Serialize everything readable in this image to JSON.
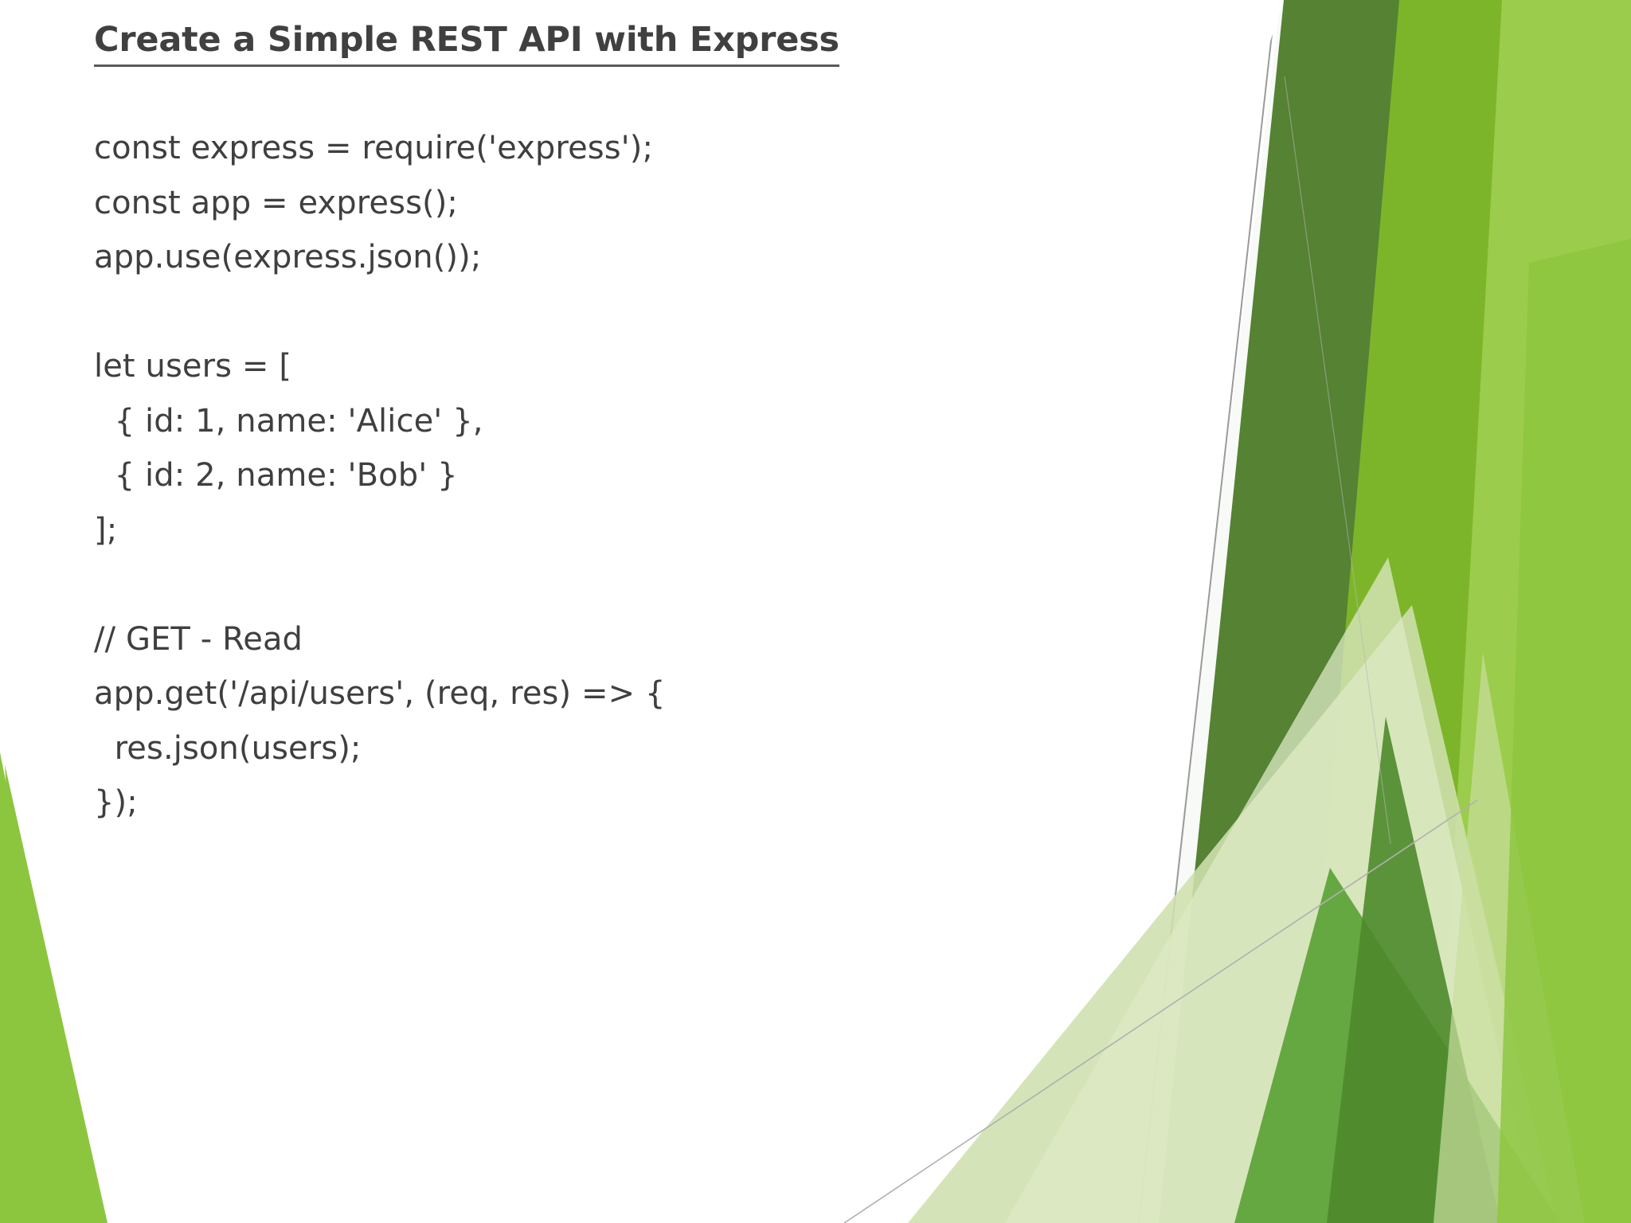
{
  "slide": {
    "title": "Create a Simple REST API with Express",
    "background_color": "#ffffff",
    "text_color": "#3f3f3f",
    "title_color": "#404040",
    "theme_colors": {
      "dark_green": "#548235",
      "mid_green": "#6aa81f",
      "bright_green": "#8cc63e",
      "light_green": "#a9ce6e",
      "pale_green": "#d7e4bd",
      "very_pale_green": "#e8f0d8",
      "hairline_gray": "#9a9a9a"
    }
  },
  "code": {
    "language": "javascript",
    "lines": [
      "const express = require('express');",
      "const app = express();",
      "app.use(express.json());",
      "",
      "let users = [",
      "  { id: 1, name: 'Alice' },",
      "  { id: 2, name: 'Bob' }",
      "];",
      "",
      "// GET - Read",
      "app.get('/api/users', (req, res) => {",
      "  res.json(users);",
      "});"
    ]
  }
}
